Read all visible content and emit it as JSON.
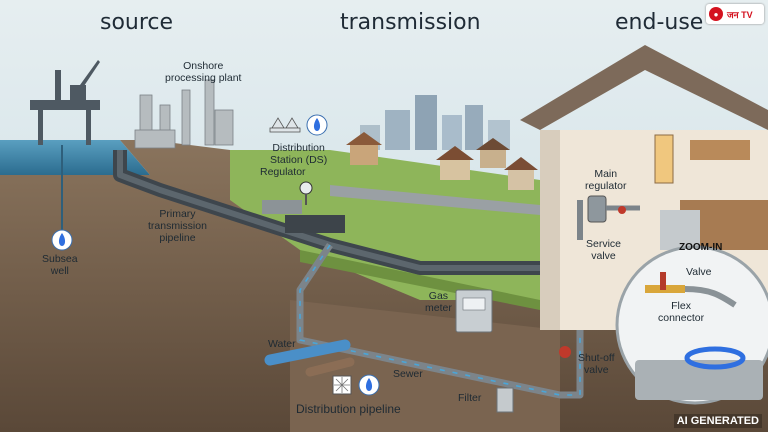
{
  "sections": {
    "source": "source",
    "transmission": "transmission",
    "end_use": "end-use"
  },
  "brand": {
    "text": "जन TV",
    "icon": "logo-icon"
  },
  "labels": {
    "onshore": "Onshore\nprocessing plant",
    "distribution_station": "Distribution\nStation (DS)",
    "regulator": "Regulator",
    "primary_pipeline": "Primary\ntransmission\npipeline",
    "subsea_well": "Subsea\nwell",
    "main_regulator": "Main\nregulator",
    "service_valve": "Service\nvalve",
    "zoom_in": "ZOOM-IN",
    "valve": "Valve",
    "flex_connector": "Flex\nconnector",
    "gas_meter": "Gas\nmeter",
    "water": "Water",
    "sewer": "Sewer",
    "shutoff_valve": "Shut-off\nvalve",
    "filter": "Filter",
    "distribution_pipeline": "Distribution pipeline"
  },
  "watermark": "AI GENERATED",
  "colors": {
    "sky": "#cfe3ea",
    "sea": "#3d86ad",
    "soil": "#6e5b48",
    "grass": "#7ba54a",
    "pipe": "#6d7378",
    "gas_flow": "#4aa6d8",
    "water_pipe": "#4a8fc8",
    "flame": "#2f6fe0"
  }
}
